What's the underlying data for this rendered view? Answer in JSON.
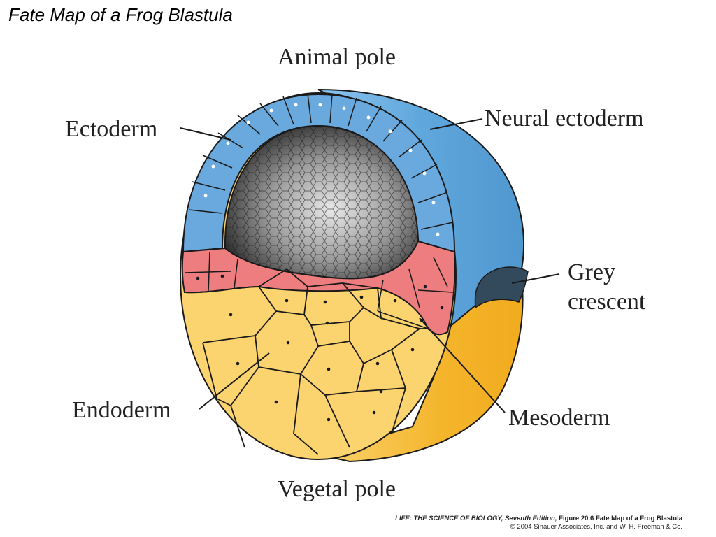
{
  "slide": {
    "title": "Fate Map of a Frog Blastula"
  },
  "diagram": {
    "labels": {
      "animal_pole": "Animal pole",
      "vegetal_pole": "Vegetal pole",
      "ectoderm": "Ectoderm",
      "neural_ectoderm": "Neural ectoderm",
      "grey_crescent_1": "Grey",
      "grey_crescent_2": "crescent",
      "mesoderm": "Mesoderm",
      "endoderm": "Endoderm"
    },
    "colors": {
      "ectoderm": "#6aa9de",
      "neural_ectoderm": "#5fa7dc",
      "mesoderm": "#ee7d80",
      "endoderm": "#fbd36f",
      "endoderm_side": "#f4b52c",
      "grey_crescent": "#33495c",
      "blastocoel": "#555555",
      "outline": "#1a1a1a"
    }
  },
  "credit": {
    "book": "LIFE: THE SCIENCE OF BIOLOGY, Seventh Edition,",
    "figure": " Figure 20.6 Fate Map of a Frog Blastula",
    "copyright": "© 2004 Sinauer Associates, Inc. and W. H. Freeman & Co."
  }
}
